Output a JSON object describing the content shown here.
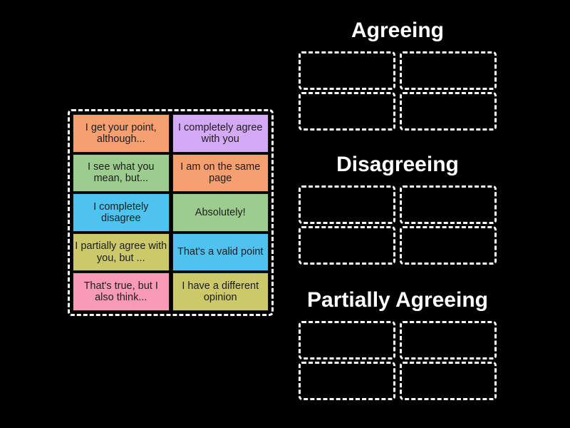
{
  "page": {
    "background_color": "#000000",
    "title_color": "#ffffff",
    "dashed_border_color": "#ffffff",
    "tile_text_color": "#1d1d1d"
  },
  "tray": {
    "name": "answer-tiles-tray",
    "tiles": [
      {
        "id": "tile-1",
        "text": "I get your point, although...",
        "color": "#F6A071"
      },
      {
        "id": "tile-2",
        "text": "I completely agree with you",
        "color": "#D4A9F5"
      },
      {
        "id": "tile-3",
        "text": "I see what you mean, but...",
        "color": "#9DCC8F"
      },
      {
        "id": "tile-4",
        "text": "I am on the same page",
        "color": "#F6A071"
      },
      {
        "id": "tile-5",
        "text": "I completely disagree",
        "color": "#4FC3F0"
      },
      {
        "id": "tile-6",
        "text": "Absolutely!",
        "color": "#9DCC8F"
      },
      {
        "id": "tile-7",
        "text": "I partially agree with you, but ...",
        "color": "#CBC96A"
      },
      {
        "id": "tile-8",
        "text": "That's a valid point",
        "color": "#4FC3F0"
      },
      {
        "id": "tile-9",
        "text": "That's true, but I also think...",
        "color": "#F99BB6"
      },
      {
        "id": "tile-10",
        "text": "I have a different opinion",
        "color": "#CBC96A"
      }
    ]
  },
  "categories": [
    {
      "id": "agreeing",
      "label": "Agreeing",
      "slots": [
        "",
        "",
        "",
        ""
      ]
    },
    {
      "id": "disagreeing",
      "label": "Disagreeing",
      "slots": [
        "",
        "",
        "",
        ""
      ]
    },
    {
      "id": "partially-agreeing",
      "label": "Partially Agreeing",
      "slots": [
        "",
        "",
        "",
        ""
      ]
    }
  ]
}
